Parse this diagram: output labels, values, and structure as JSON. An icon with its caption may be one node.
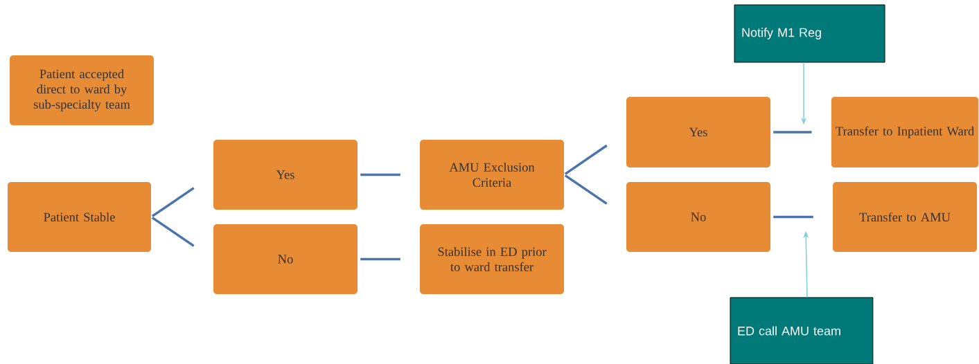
{
  "diagram": {
    "nodes": [
      {
        "text": [
          "Patient accepted direct to ward by sub-specialty team"
        ]
      },
      {
        "text": [
          "Patient Stable"
        ]
      },
      {
        "text": [
          "Yes"
        ]
      },
      {
        "text": [
          "No"
        ]
      },
      {
        "text": [
          "AMU Exclusion Criteria"
        ]
      },
      {
        "text": [
          "Stabilise in ED prior to ward transfer"
        ]
      },
      {
        "text": [
          "Yes"
        ]
      },
      {
        "text": [
          "No"
        ]
      },
      {
        "text": [
          "Transfer to Inpatient Ward"
        ]
      },
      {
        "text": [
          "Transfer to AMU"
        ]
      },
      {
        "text": [
          "Notify M1 Reg"
        ]
      },
      {
        "text": [
          "ED call AMU team"
        ]
      }
    ],
    "edges": [
      {
        "from": 1,
        "to": 2,
        "arrow": "none"
      },
      {
        "from": 1,
        "to": 3,
        "arrow": "none"
      },
      {
        "from": 2,
        "to": 4,
        "arrow": "none"
      },
      {
        "from": 3,
        "to": 5,
        "arrow": "none"
      },
      {
        "from": 4,
        "to": 6,
        "arrow": "none"
      },
      {
        "from": 4,
        "to": 7,
        "arrow": "none"
      },
      {
        "from": 6,
        "to": 8,
        "arrow": "none"
      },
      {
        "from": 7,
        "to": 9,
        "arrow": "none"
      },
      {
        "from": 10,
        "to": null,
        "arrow": "to",
        "color": "#79cfe0"
      },
      {
        "from": 11,
        "to": null,
        "arrow": "to",
        "color": "#79cfe0"
      }
    ]
  }
}
